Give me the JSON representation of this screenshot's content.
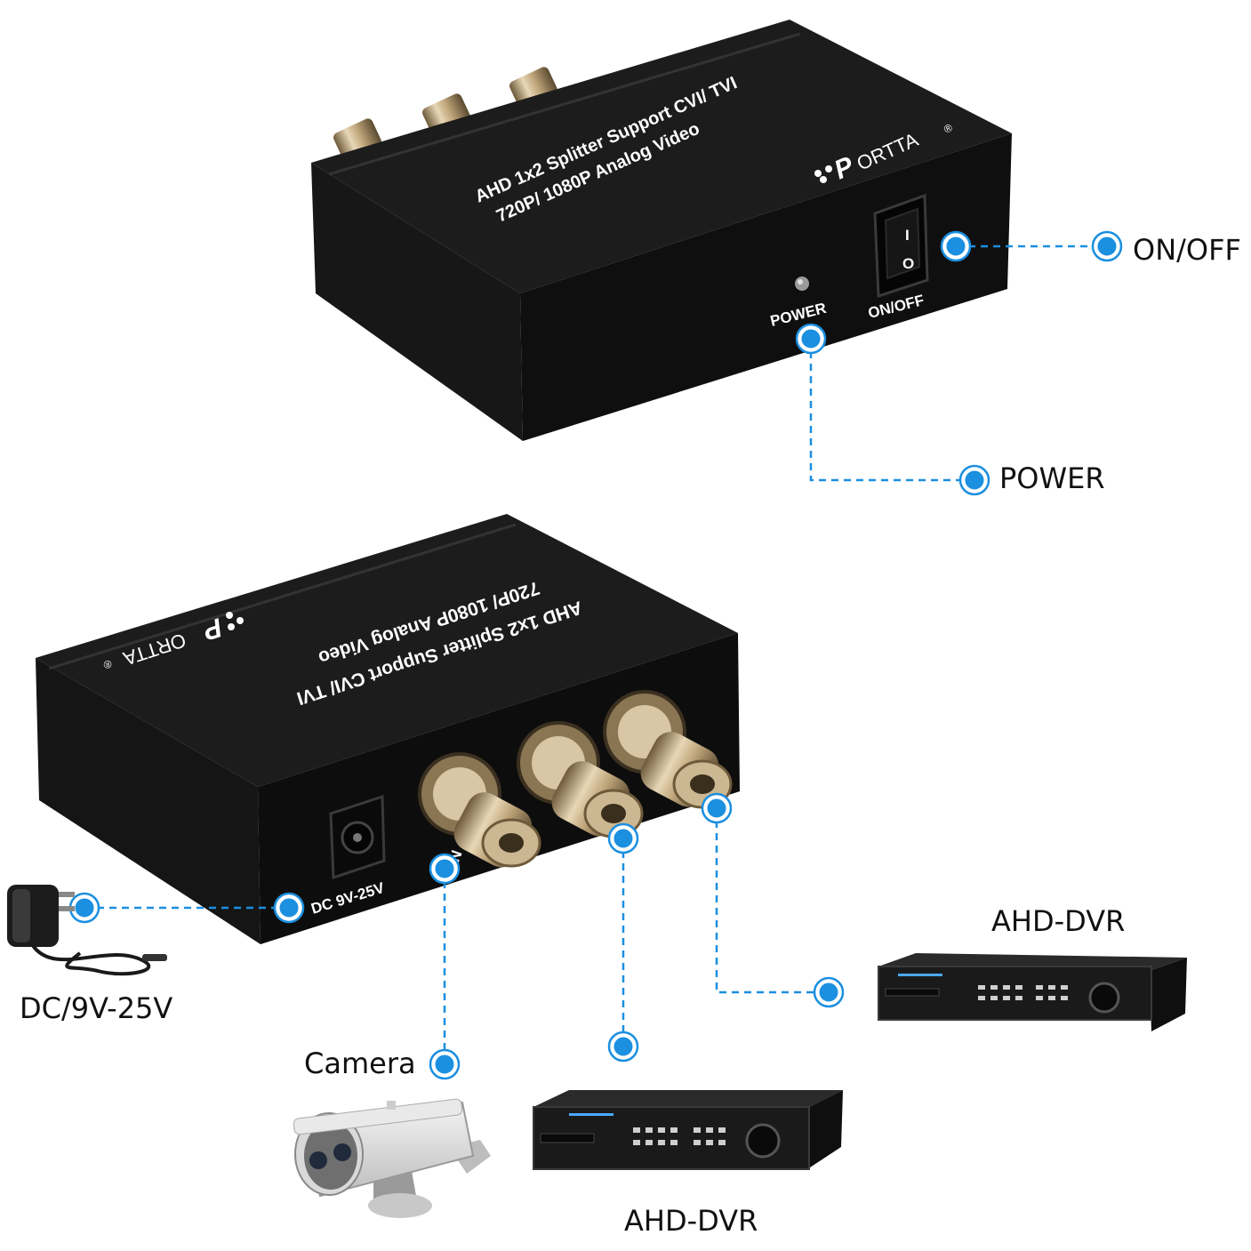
{
  "top_device": {
    "label_line1": "AHD 1x2 Splitter Support CVI/ TVI",
    "label_line2": "720P/ 1080P Analog Video",
    "brand_mark": "P",
    "brand_text": "ORTTA",
    "registered": "®",
    "power_label": "POWER",
    "switch_label": "ON/OFF",
    "switch_on_symbol": "I",
    "switch_off_symbol": "O"
  },
  "bottom_device": {
    "label_line1": "AHD 1x2 Splitter Support CVI/ TVI",
    "label_line2": "720P/ 1080P Analog Video",
    "brand_mark": "P",
    "brand_text": "ORTTA",
    "registered": "®",
    "dc_label": "DC 9V-25V",
    "in_label": "IN"
  },
  "callouts": {
    "on_off": "ON/OFF",
    "power": "POWER",
    "dc": "DC/9V-25V",
    "camera": "Camera",
    "dvr_right": "AHD-DVR",
    "dvr_bottom": "AHD-DVR"
  },
  "colors": {
    "accent_blue": "#1b8fe0",
    "device_black": "#141414",
    "background": "#ffffff"
  },
  "icons": [
    "power-adapter-icon",
    "camera-icon",
    "dvr-icon"
  ]
}
